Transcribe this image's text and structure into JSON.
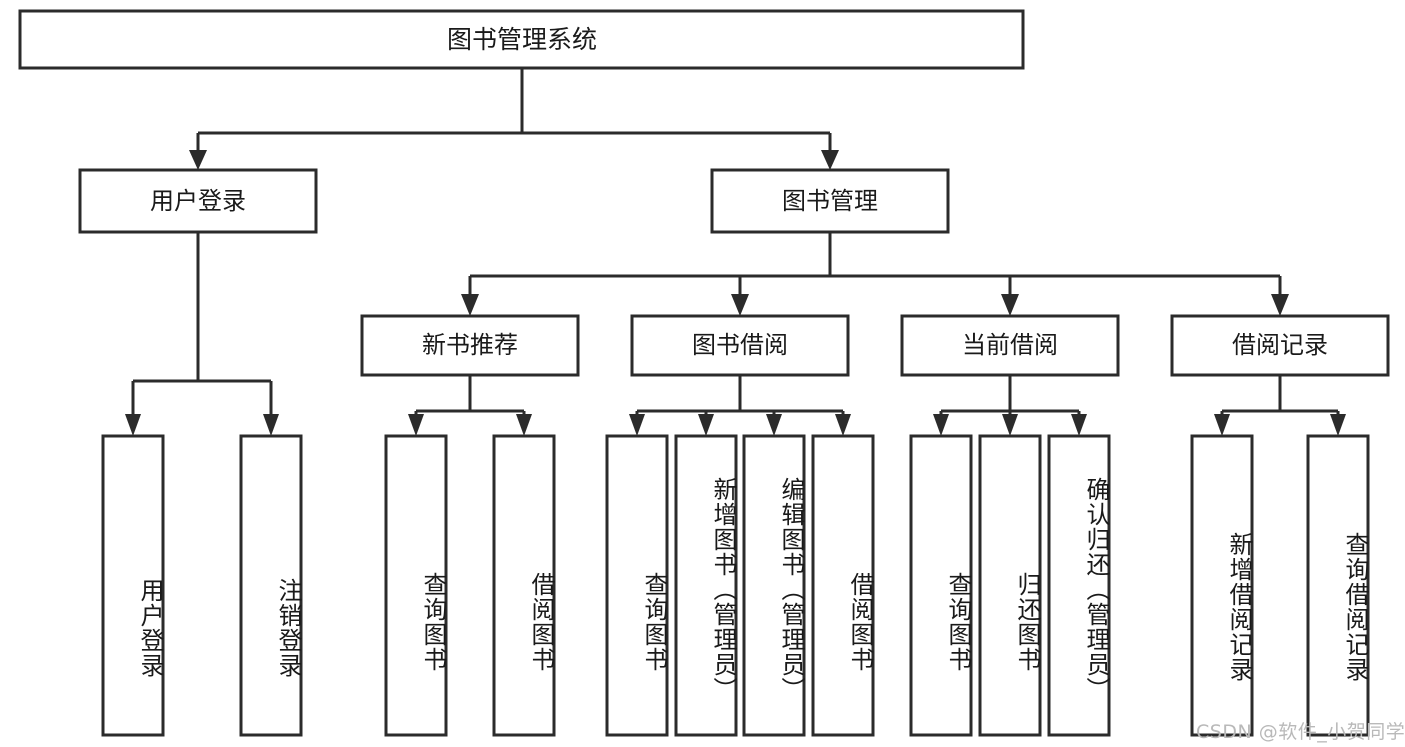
{
  "diagram": {
    "type": "tree",
    "title": "图书管理系统",
    "orientation": "top-down",
    "watermark": "CSDN @软件_小贺同学",
    "colors": {
      "box_stroke": "#2b2b2b",
      "box_fill": "#ffffff",
      "text": "#1a1a1a",
      "background": "#ffffff",
      "watermark": "#b9b9b9"
    },
    "root": {
      "label": "图书管理系统"
    },
    "level1": [
      {
        "label": "用户登录"
      },
      {
        "label": "图书管理"
      }
    ],
    "level2": [
      {
        "label": "新书推荐"
      },
      {
        "label": "图书借阅"
      },
      {
        "label": "当前借阅"
      },
      {
        "label": "借阅记录"
      }
    ],
    "leaves": {
      "user_login": [
        {
          "label": "用户登录"
        },
        {
          "label": "注销登录"
        }
      ],
      "new_book_recommend": [
        {
          "label": "查询图书"
        },
        {
          "label": "借阅图书"
        }
      ],
      "book_borrow": [
        {
          "label": "查询图书"
        },
        {
          "label": "新增图书（管理员）"
        },
        {
          "label": "编辑图书（管理员）"
        },
        {
          "label": "借阅图书"
        }
      ],
      "current_borrow": [
        {
          "label": "查询图书"
        },
        {
          "label": "归还图书"
        },
        {
          "label": "确认归还（管理员）"
        }
      ],
      "borrow_record": [
        {
          "label": "新增借阅记录"
        },
        {
          "label": "查询借阅记录"
        }
      ]
    }
  }
}
